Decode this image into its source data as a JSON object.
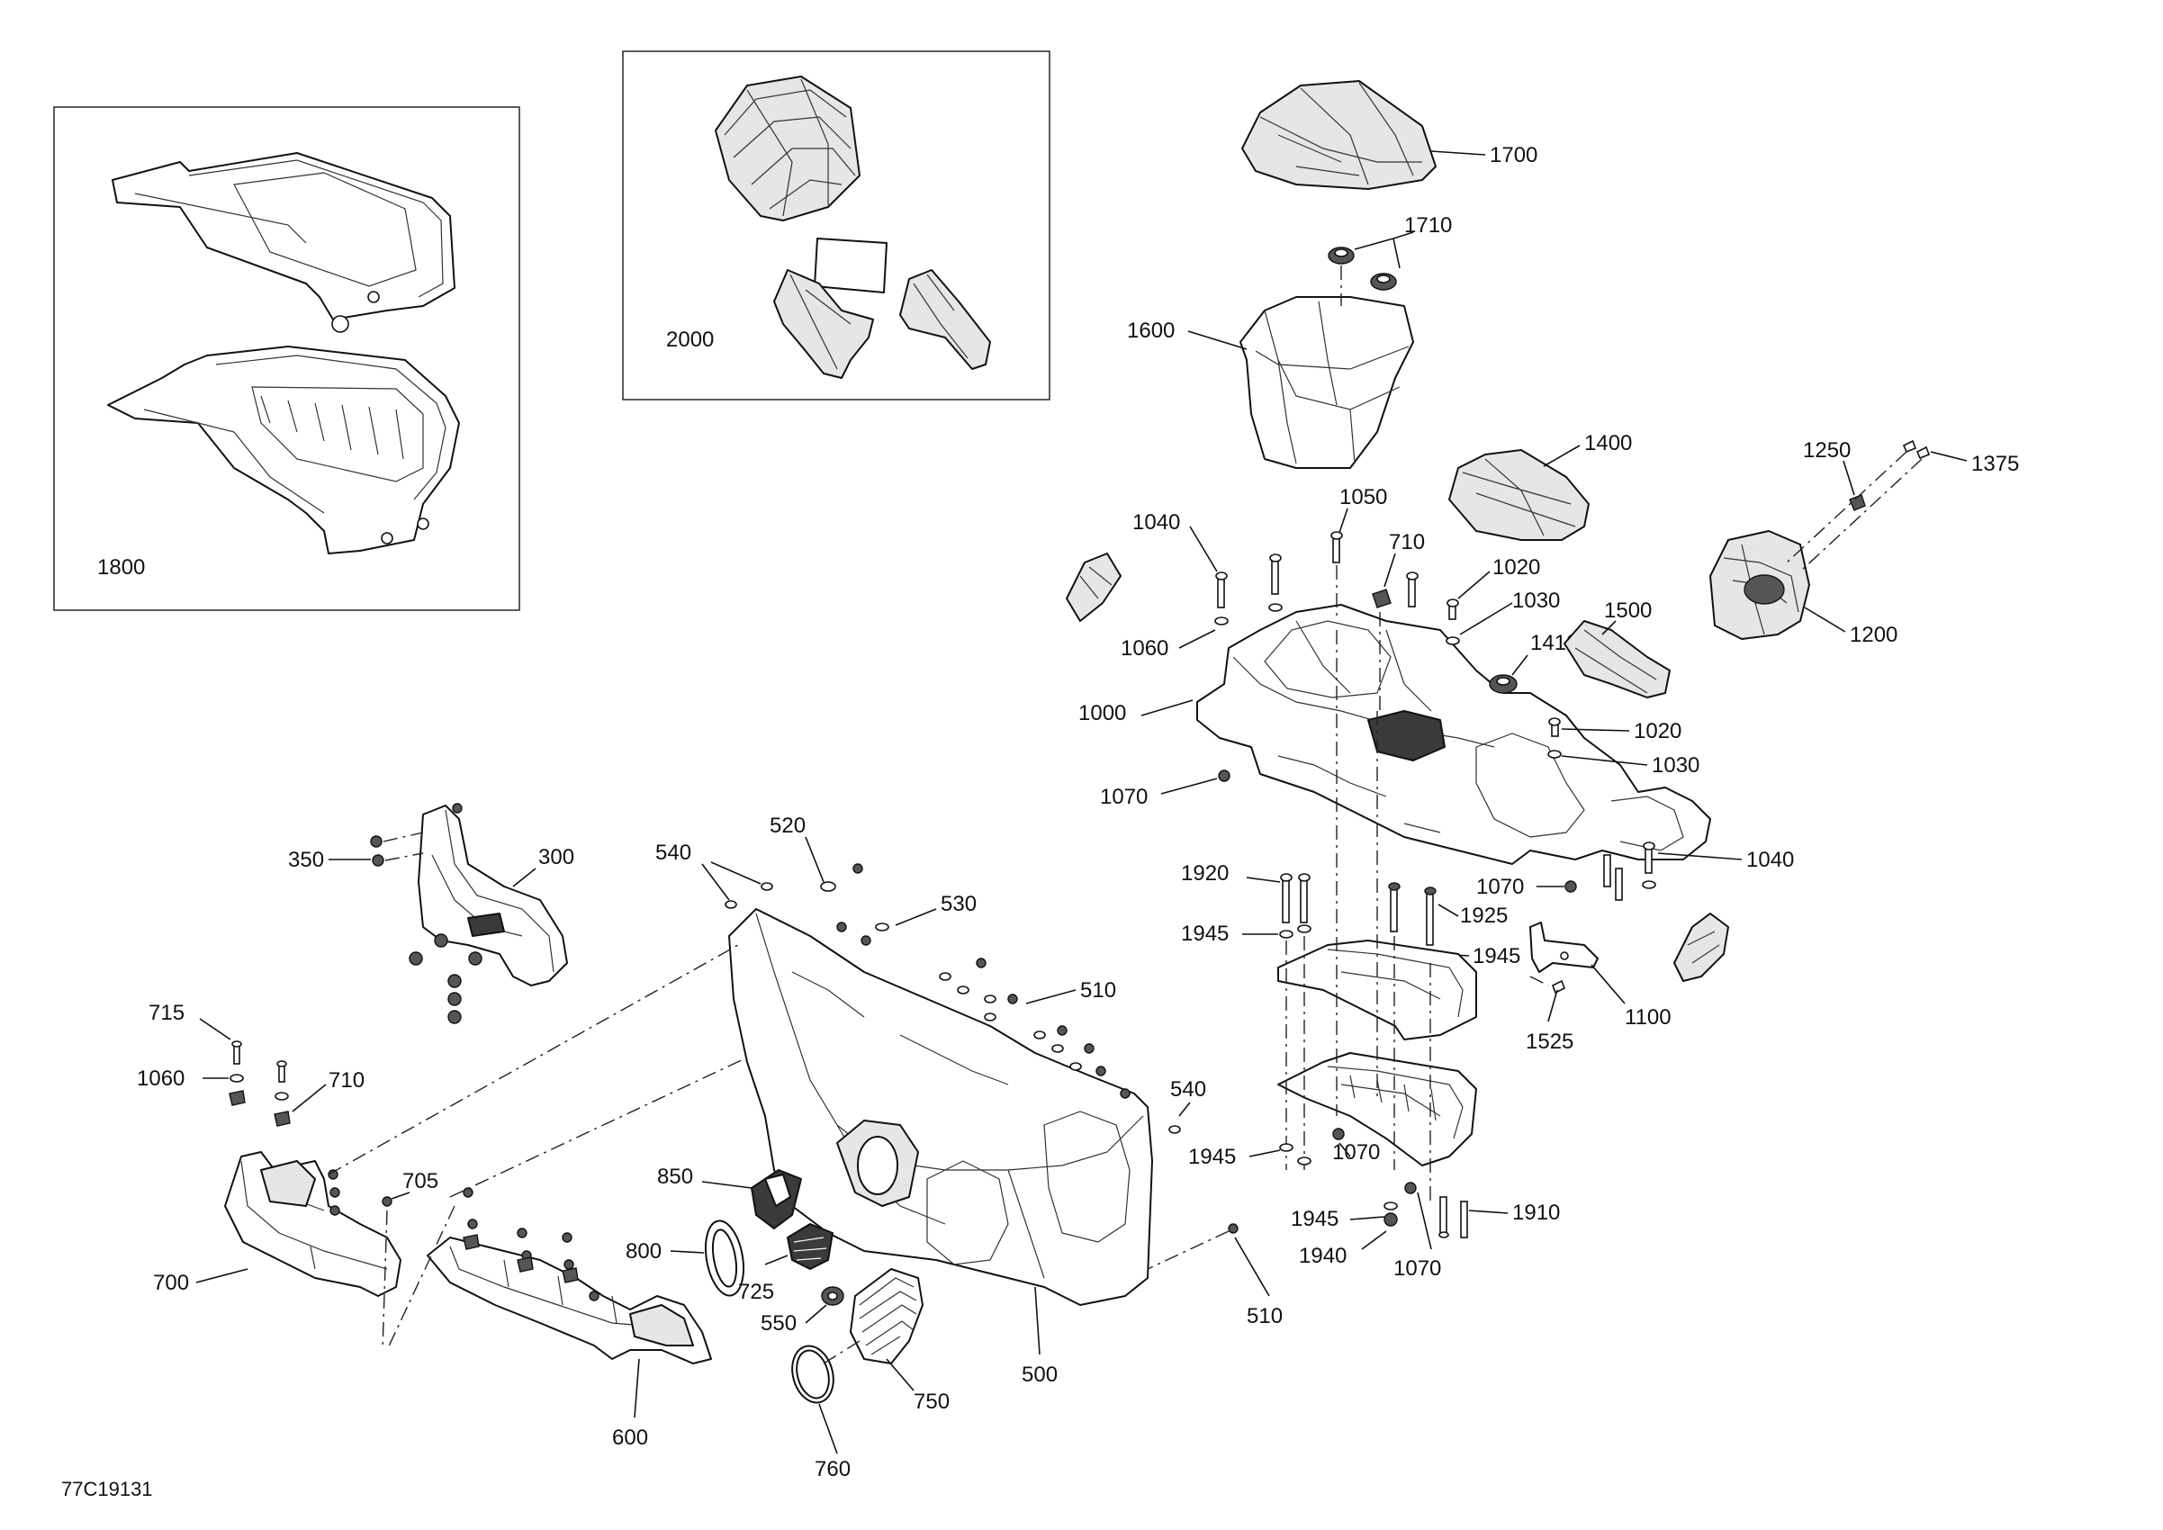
{
  "drawing_code": "77C19131",
  "callouts": {
    "c300": "300",
    "c350": "350",
    "c500": "500",
    "c510a": "510",
    "c510b": "510",
    "c520": "520",
    "c530": "530",
    "c540a": "540",
    "c540b": "540",
    "c550": "550",
    "c600": "600",
    "c700": "700",
    "c705": "705",
    "c710a": "710",
    "c710b": "710",
    "c715": "715",
    "c725": "725",
    "c750": "750",
    "c760": "760",
    "c800": "800",
    "c850": "850",
    "c1000": "1000",
    "c1020a": "1020",
    "c1020b": "1020",
    "c1030a": "1030",
    "c1030b": "1030",
    "c1040a": "1040",
    "c1040b": "1040",
    "c1050": "1050",
    "c1060a": "1060",
    "c1060b": "1060",
    "c1070a": "1070",
    "c1070b": "1070",
    "c1070c": "1070",
    "c1070d": "1070",
    "c1100": "1100",
    "c1200": "1200",
    "c1250": "1250",
    "c1375": "1375",
    "c1400": "1400",
    "c1410": "1410",
    "c1500": "1500",
    "c1525": "1525",
    "c1600": "1600",
    "c1700": "1700",
    "c1710": "1710",
    "c1800": "1800",
    "c1910": "1910",
    "c1920": "1920",
    "c1925": "1925",
    "c1940": "1940",
    "c1945a": "1945",
    "c1945b": "1945",
    "c1945c": "1945",
    "c1945d": "1945",
    "c2000": "2000"
  }
}
